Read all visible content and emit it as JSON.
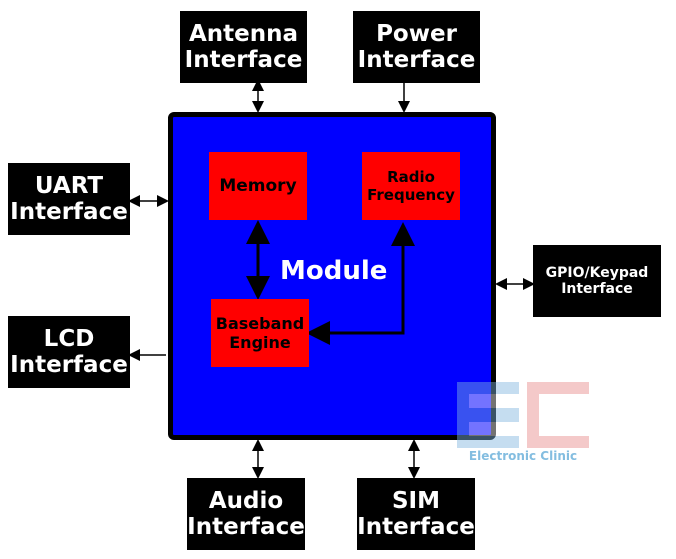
{
  "module": {
    "label": "Module"
  },
  "blocks": {
    "memory": "Memory",
    "radio": [
      "Radio",
      "Frequency"
    ],
    "baseband": [
      "Baseband",
      "Engine"
    ]
  },
  "interfaces": {
    "antenna": [
      "Antenna",
      "Interface"
    ],
    "power": [
      "Power",
      "Interface"
    ],
    "uart": [
      "UART",
      "Interface"
    ],
    "lcd": [
      "LCD",
      "Interface"
    ],
    "gpio": [
      "GPIO/Keypad",
      "Interface"
    ],
    "audio": [
      "Audio",
      "Interface"
    ],
    "sim": [
      "SIM",
      "Interface"
    ]
  },
  "watermark": {
    "text": "Electronic Clinic"
  },
  "colors": {
    "module": "#0000ff",
    "block": "#ff0000",
    "interface": "#000000"
  }
}
